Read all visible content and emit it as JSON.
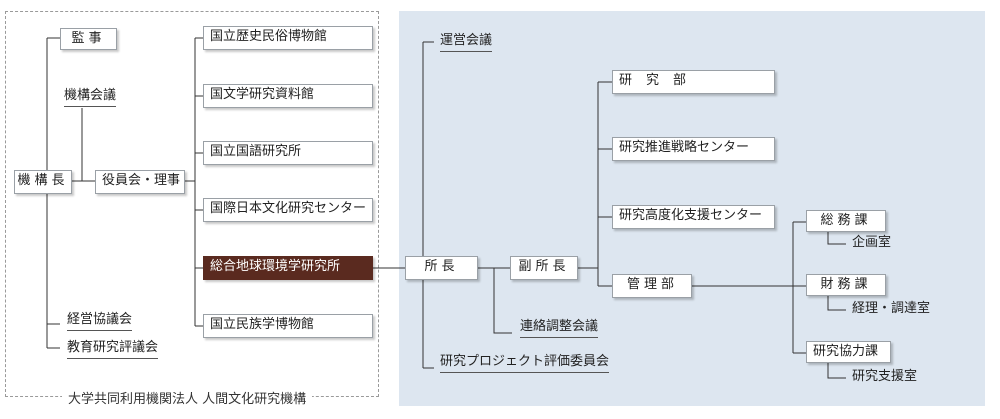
{
  "organization": "大学共同利用機関法人 人間文化研究機構",
  "nodes": {
    "kikocho": "機構長",
    "kanji": "監事",
    "kikokaigi": "機構会議",
    "yakuinkai": "役員会・理事",
    "keiei": "経営協議会",
    "kyoiku": "教育研究評議会",
    "rekihaku": "国立歴史民俗博物館",
    "kokubun": "国文学研究資料館",
    "kokugo": "国立国語研究所",
    "nichibunken": "国際日本文化研究センター",
    "chikyuken": "総合地球環境学研究所",
    "minpaku": "国立民族学博物館",
    "shocho": "所長",
    "uneikaigi": "運営会議",
    "fukushocho": "副所長",
    "renraku": "連絡調整会議",
    "hyoka": "研究プロジェクト評価委員会",
    "kenkyubu": "研究部",
    "senryaku": "研究推進戦略センター",
    "kodoka": "研究高度化支援センター",
    "kanribu": "管理部",
    "somu": "総務課",
    "kikaku": "企画室",
    "zaimu": "財務課",
    "keiri": "経理・調達室",
    "kyoryoku": "研究協力課",
    "shien": "研究支援室"
  },
  "colors": {
    "highlight": "#5a2a1f",
    "panel": "#dde6f0"
  }
}
